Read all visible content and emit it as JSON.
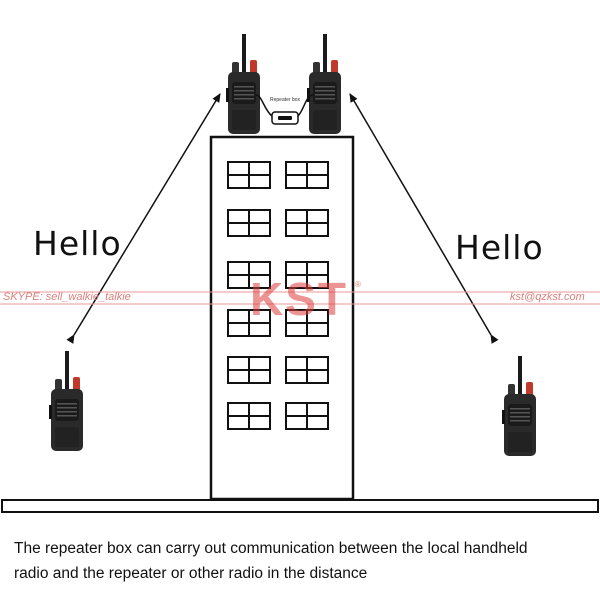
{
  "labels": {
    "hello_left": "Hello",
    "hello_right": "Hello",
    "repeater_box": "Repeater box"
  },
  "watermark": {
    "skype": "SKYPE: sell_walkie_talkie",
    "email": "kst@qzkst.com",
    "logo": "KST",
    "reg": "®"
  },
  "caption": {
    "line1": "The repeater box can carry out communication between the local handheld",
    "line2": "radio and the repeater or other radio in the distance"
  },
  "colors": {
    "line": "#111111",
    "watermark": "#e06666",
    "radio_body": "#2a2a2a",
    "radio_knob": "#c0392b"
  }
}
